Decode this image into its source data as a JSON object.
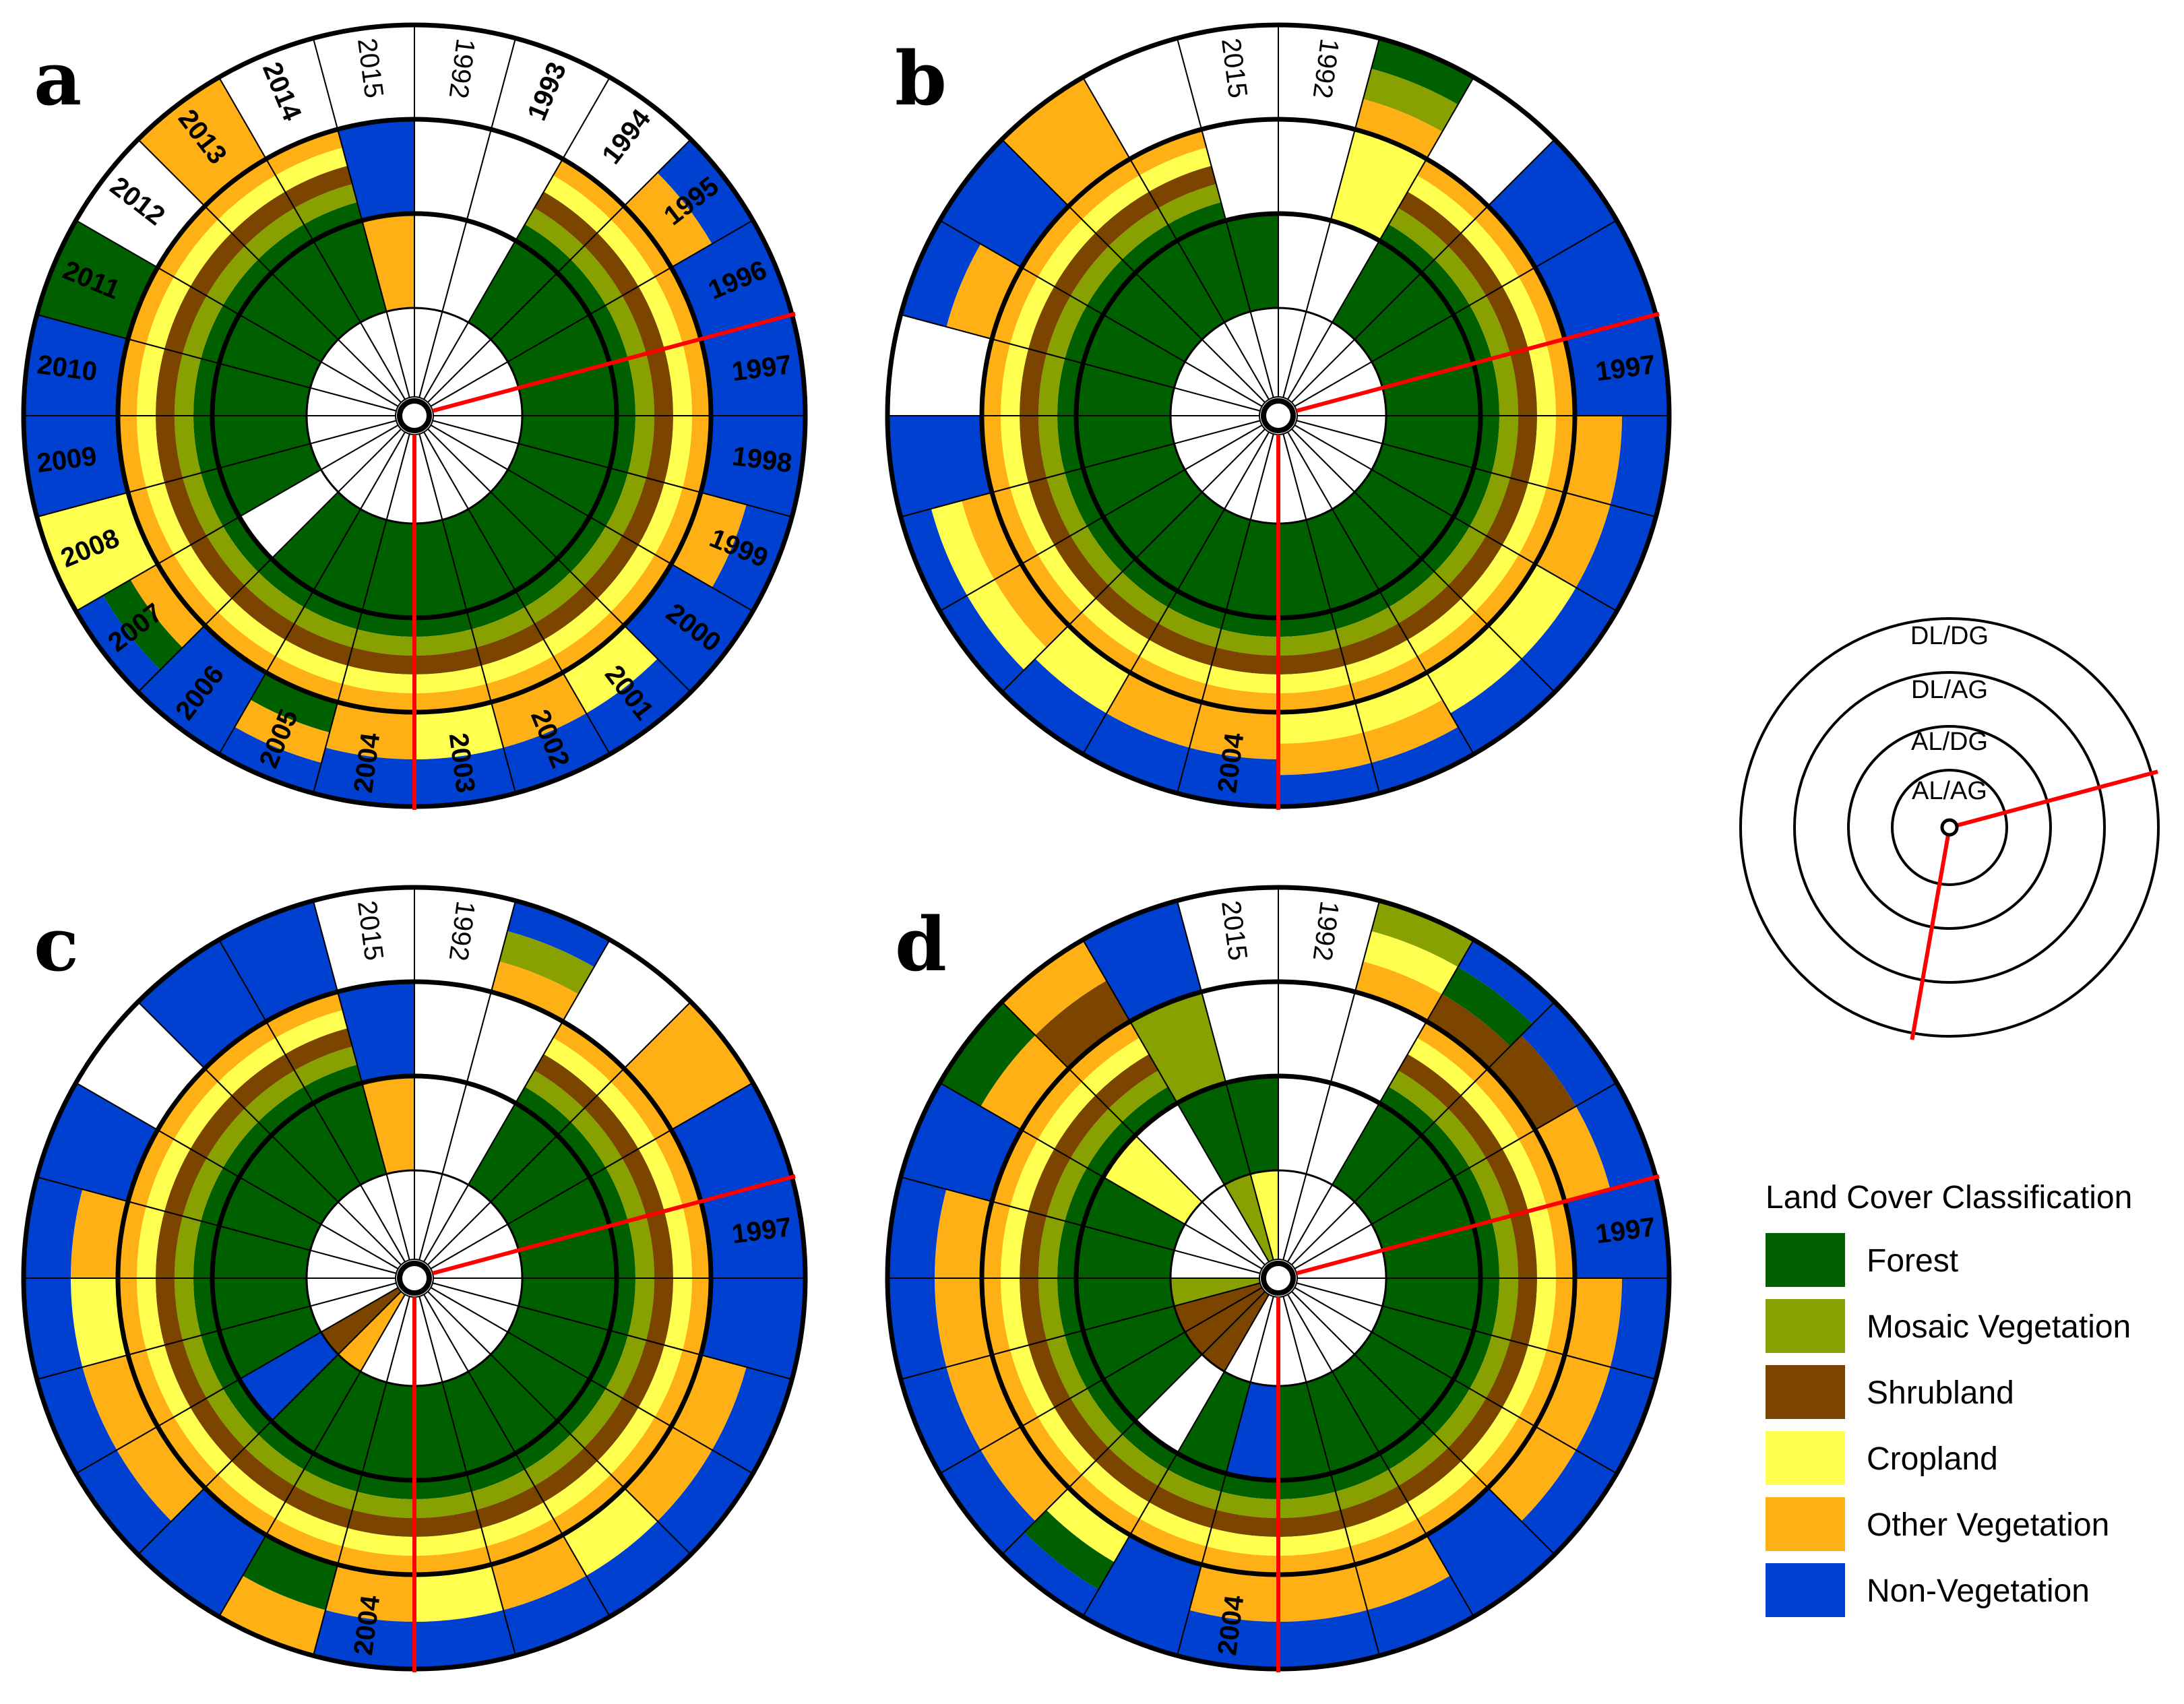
{
  "palette": {
    "Forest": "#006000",
    "Mosaic Vegetation": "#88A000",
    "Shrubland": "#7B4500",
    "Cropland": "#FFFF50",
    "Other Vegetation": "#FFB015",
    "Non-Vegetation": "#0040D0",
    "Unchanged": "#FFFFFF",
    "outline": "#000000",
    "breakpoint": "#FF0000"
  },
  "years": [
    "1992",
    "1993",
    "1994",
    "1995",
    "1996",
    "1997",
    "1998",
    "1999",
    "2000",
    "2001",
    "2002",
    "2003",
    "2004",
    "2005",
    "2006",
    "2007",
    "2008",
    "2009",
    "2010",
    "2011",
    "2012",
    "2013",
    "2014",
    "2015"
  ],
  "rings": [
    "AL/AG",
    "AL/DG",
    "DL/AG",
    "DL/DG"
  ],
  "legend": {
    "title": "Land Cover Classification",
    "items": [
      {
        "label": "Forest",
        "color": "#006000"
      },
      {
        "label": "Mosaic Vegetation",
        "color": "#88A000"
      },
      {
        "label": "Shrubland",
        "color": "#7B4500"
      },
      {
        "label": "Cropland",
        "color": "#FFFF50"
      },
      {
        "label": "Other Vegetation",
        "color": "#FFB015"
      },
      {
        "label": "Non-Vegetation",
        "color": "#0040D0"
      }
    ]
  },
  "panels": [
    {
      "letter": "a",
      "year_labels": "all",
      "breakpoints": [
        "1997",
        "2004"
      ],
      "rings": [
        [
          "W",
          "W",
          "W",
          "W",
          "W",
          "W",
          "W",
          "W",
          "W",
          "W",
          "W",
          "W",
          "W",
          "W",
          "W",
          "W",
          "W",
          "W",
          "W",
          "W",
          "W",
          "W",
          "W",
          "W"
        ],
        [
          "W",
          "W",
          "F",
          "F",
          "F",
          "F",
          "F",
          "F",
          "F",
          "F",
          "F",
          "F",
          "F",
          "F",
          "F",
          "W",
          "F",
          "F",
          "F",
          "F",
          "F",
          "F",
          "F",
          "O"
        ],
        [
          "W",
          "W",
          "F|M|S|C|O",
          "F|M|S|C|O",
          "F|M|S|C|O",
          "F|M|S|C|O",
          "F|M|S|C|O",
          "F|M|S|C|O",
          "F|M|S|C|O",
          "F|M|S|C|O",
          "F|M|S|C|O",
          "F|M|S|C|O",
          "F|M|S|C|O",
          "F|M|S|C|O",
          "F|M|S|C|O",
          "F|M|S|C|O",
          "F|M|S|C|O",
          "F|M|S|C|O",
          "F|M|S|C|O",
          "F|M|S|C|O",
          "F|M|S|C|O",
          "F|M|S|C|O",
          "F|M|S|C|O",
          "B"
        ],
        [
          "W",
          "W",
          "W",
          "O|B",
          "B",
          "B",
          "B",
          "O|B",
          "B",
          "C|B",
          "O|B",
          "C|B",
          "O|B",
          "F|O|B",
          "B",
          "O|F|B",
          "C",
          "B",
          "B",
          "F",
          "W",
          "O",
          "W",
          "W"
        ]
      ]
    },
    {
      "letter": "b",
      "year_labels": [
        "1992",
        "2015"
      ],
      "year_labels_bold": [
        "1997",
        "2004"
      ],
      "breakpoints": [
        "1997",
        "2004"
      ],
      "rings": [
        [
          "W",
          "W",
          "W",
          "W",
          "W",
          "W",
          "W",
          "W",
          "W",
          "W",
          "W",
          "W",
          "W",
          "W",
          "W",
          "W",
          "W",
          "W",
          "W",
          "W",
          "W",
          "W",
          "W",
          "W"
        ],
        [
          "W",
          "W",
          "F",
          "F",
          "F",
          "F",
          "F",
          "F",
          "F",
          "F",
          "F",
          "F",
          "F",
          "F",
          "F",
          "F",
          "F",
          "F",
          "F",
          "F",
          "F",
          "F",
          "F",
          "F"
        ],
        [
          "W",
          "C",
          "F|M|S|C|O",
          "F|M|S|C|O",
          "F|M|S|C|O",
          "F|M|S|C|O",
          "F|M|S|C|O",
          "F|M|S|C|O",
          "F|M|S|C|O",
          "F|M|S|C|O",
          "F|M|S|C|O",
          "F|M|S|C|O",
          "F|M|S|C|O",
          "F|M|S|C|O",
          "F|M|S|C|O",
          "F|M|S|C|O",
          "F|M|S|C|O",
          "F|M|S|C|O",
          "F|M|S|C|O",
          "F|M|S|C|O",
          "F|M|S|C|O",
          "F|M|S|C|O",
          "F|M|S|C|O",
          "W"
        ],
        [
          "W",
          "O|M|F",
          "W",
          "B",
          "B",
          "B",
          "O|B",
          "O|B",
          "C|B",
          "C|B",
          "C|O|B",
          "C|O|B",
          "O|B",
          "O|B",
          "C|B",
          "O|C|B",
          "O|C|B",
          "B",
          "W",
          "O|B",
          "B",
          "O",
          "W",
          "W"
        ]
      ]
    },
    {
      "letter": "c",
      "year_labels": [
        "1992",
        "2015"
      ],
      "year_labels_bold": [
        "1997",
        "2004"
      ],
      "breakpoints": [
        "1997",
        "2004"
      ],
      "rings": [
        [
          "W",
          "W",
          "W",
          "W",
          "W",
          "W",
          "W",
          "W",
          "W",
          "W",
          "W",
          "W",
          "W",
          "W",
          "O",
          "S",
          "W",
          "W",
          "W",
          "W",
          "W",
          "W",
          "W",
          "W"
        ],
        [
          "W",
          "W",
          "F",
          "F",
          "F",
          "F",
          "F",
          "F",
          "F",
          "F",
          "F",
          "F",
          "F",
          "F",
          "F",
          "B",
          "F",
          "F",
          "F",
          "F",
          "F",
          "F",
          "F",
          "O"
        ],
        [
          "W",
          "W",
          "F|M|S|C|O",
          "F|M|S|C|O",
          "F|M|S|C|O",
          "F|M|S|C|O",
          "F|M|S|C|O",
          "F|M|S|C|O",
          "F|M|S|C|O",
          "F|M|S|C|O",
          "F|M|S|C|O",
          "F|M|S|C|O",
          "F|M|S|C|O",
          "F|M|S|C|O",
          "F|M|S|C|O",
          "F|M|S|C|O",
          "F|M|S|C|O",
          "F|M|S|C|O",
          "F|M|S|C|O",
          "F|M|S|C|O",
          "F|M|S|C|O",
          "F|M|S|C|O",
          "F|M|S|C|O",
          "B"
        ],
        [
          "W",
          "O|M|B",
          "W",
          "O",
          "B",
          "B",
          "B",
          "O|B",
          "O|B",
          "C|B",
          "O|B",
          "C|B",
          "O|B",
          "F|O",
          "B",
          "O|B",
          "O|B",
          "C|B",
          "O|B",
          "B",
          "W",
          "B",
          "B",
          "W"
        ]
      ]
    },
    {
      "letter": "d",
      "year_labels": [
        "1992",
        "2015"
      ],
      "year_labels_bold": [
        "1997",
        "2004"
      ],
      "breakpoints": [
        "1997",
        "2004"
      ],
      "rings": [
        [
          "W",
          "W",
          "W",
          "W",
          "W",
          "W",
          "W",
          "W",
          "W",
          "W",
          "W",
          "W",
          "W",
          "W",
          "S",
          "S",
          "S",
          "M",
          "W",
          "W",
          "W",
          "W",
          "M",
          "C"
        ],
        [
          "W",
          "W",
          "F",
          "F",
          "F",
          "F",
          "F",
          "F",
          "F",
          "F",
          "F",
          "F",
          "B",
          "F",
          "W",
          "F",
          "F",
          "F",
          "F",
          "F",
          "C",
          "W",
          "F",
          "F"
        ],
        [
          "W",
          "W",
          "F|M|S|C|O",
          "F|M|S|C|O",
          "F|M|S|C|O",
          "F|M|S|C|O",
          "F|M|S|C|O",
          "F|M|S|C|O",
          "F|M|S|C|O",
          "F|M|S|C|O",
          "F|M|S|C|O",
          "F|M|S|C|O",
          "F|M|S|C|O",
          "F|M|S|C|O",
          "F|M|S|C|O",
          "F|M|S|C|O",
          "F|M|S|C|O",
          "F|M|S|C|O",
          "F|M|S|C|O",
          "F|M|S|C|O",
          "F|M|S|C|O",
          "F|M|S|C|O",
          "M",
          "W"
        ],
        [
          "W",
          "O|C|M",
          "S|F|B",
          "S|B",
          "O|B",
          "B",
          "O|B",
          "O|B",
          "O|B",
          "B",
          "O|B",
          "O|B",
          "O|B",
          "B",
          "C|F|B",
          "O|B",
          "O|B",
          "O|B",
          "O|B",
          "B",
          "O|F",
          "S|O",
          "B",
          "W"
        ]
      ]
    }
  ],
  "key_diagram": {
    "rings": [
      "AL/AG",
      "AL/DG",
      "DL/AG",
      "DL/DG"
    ]
  }
}
